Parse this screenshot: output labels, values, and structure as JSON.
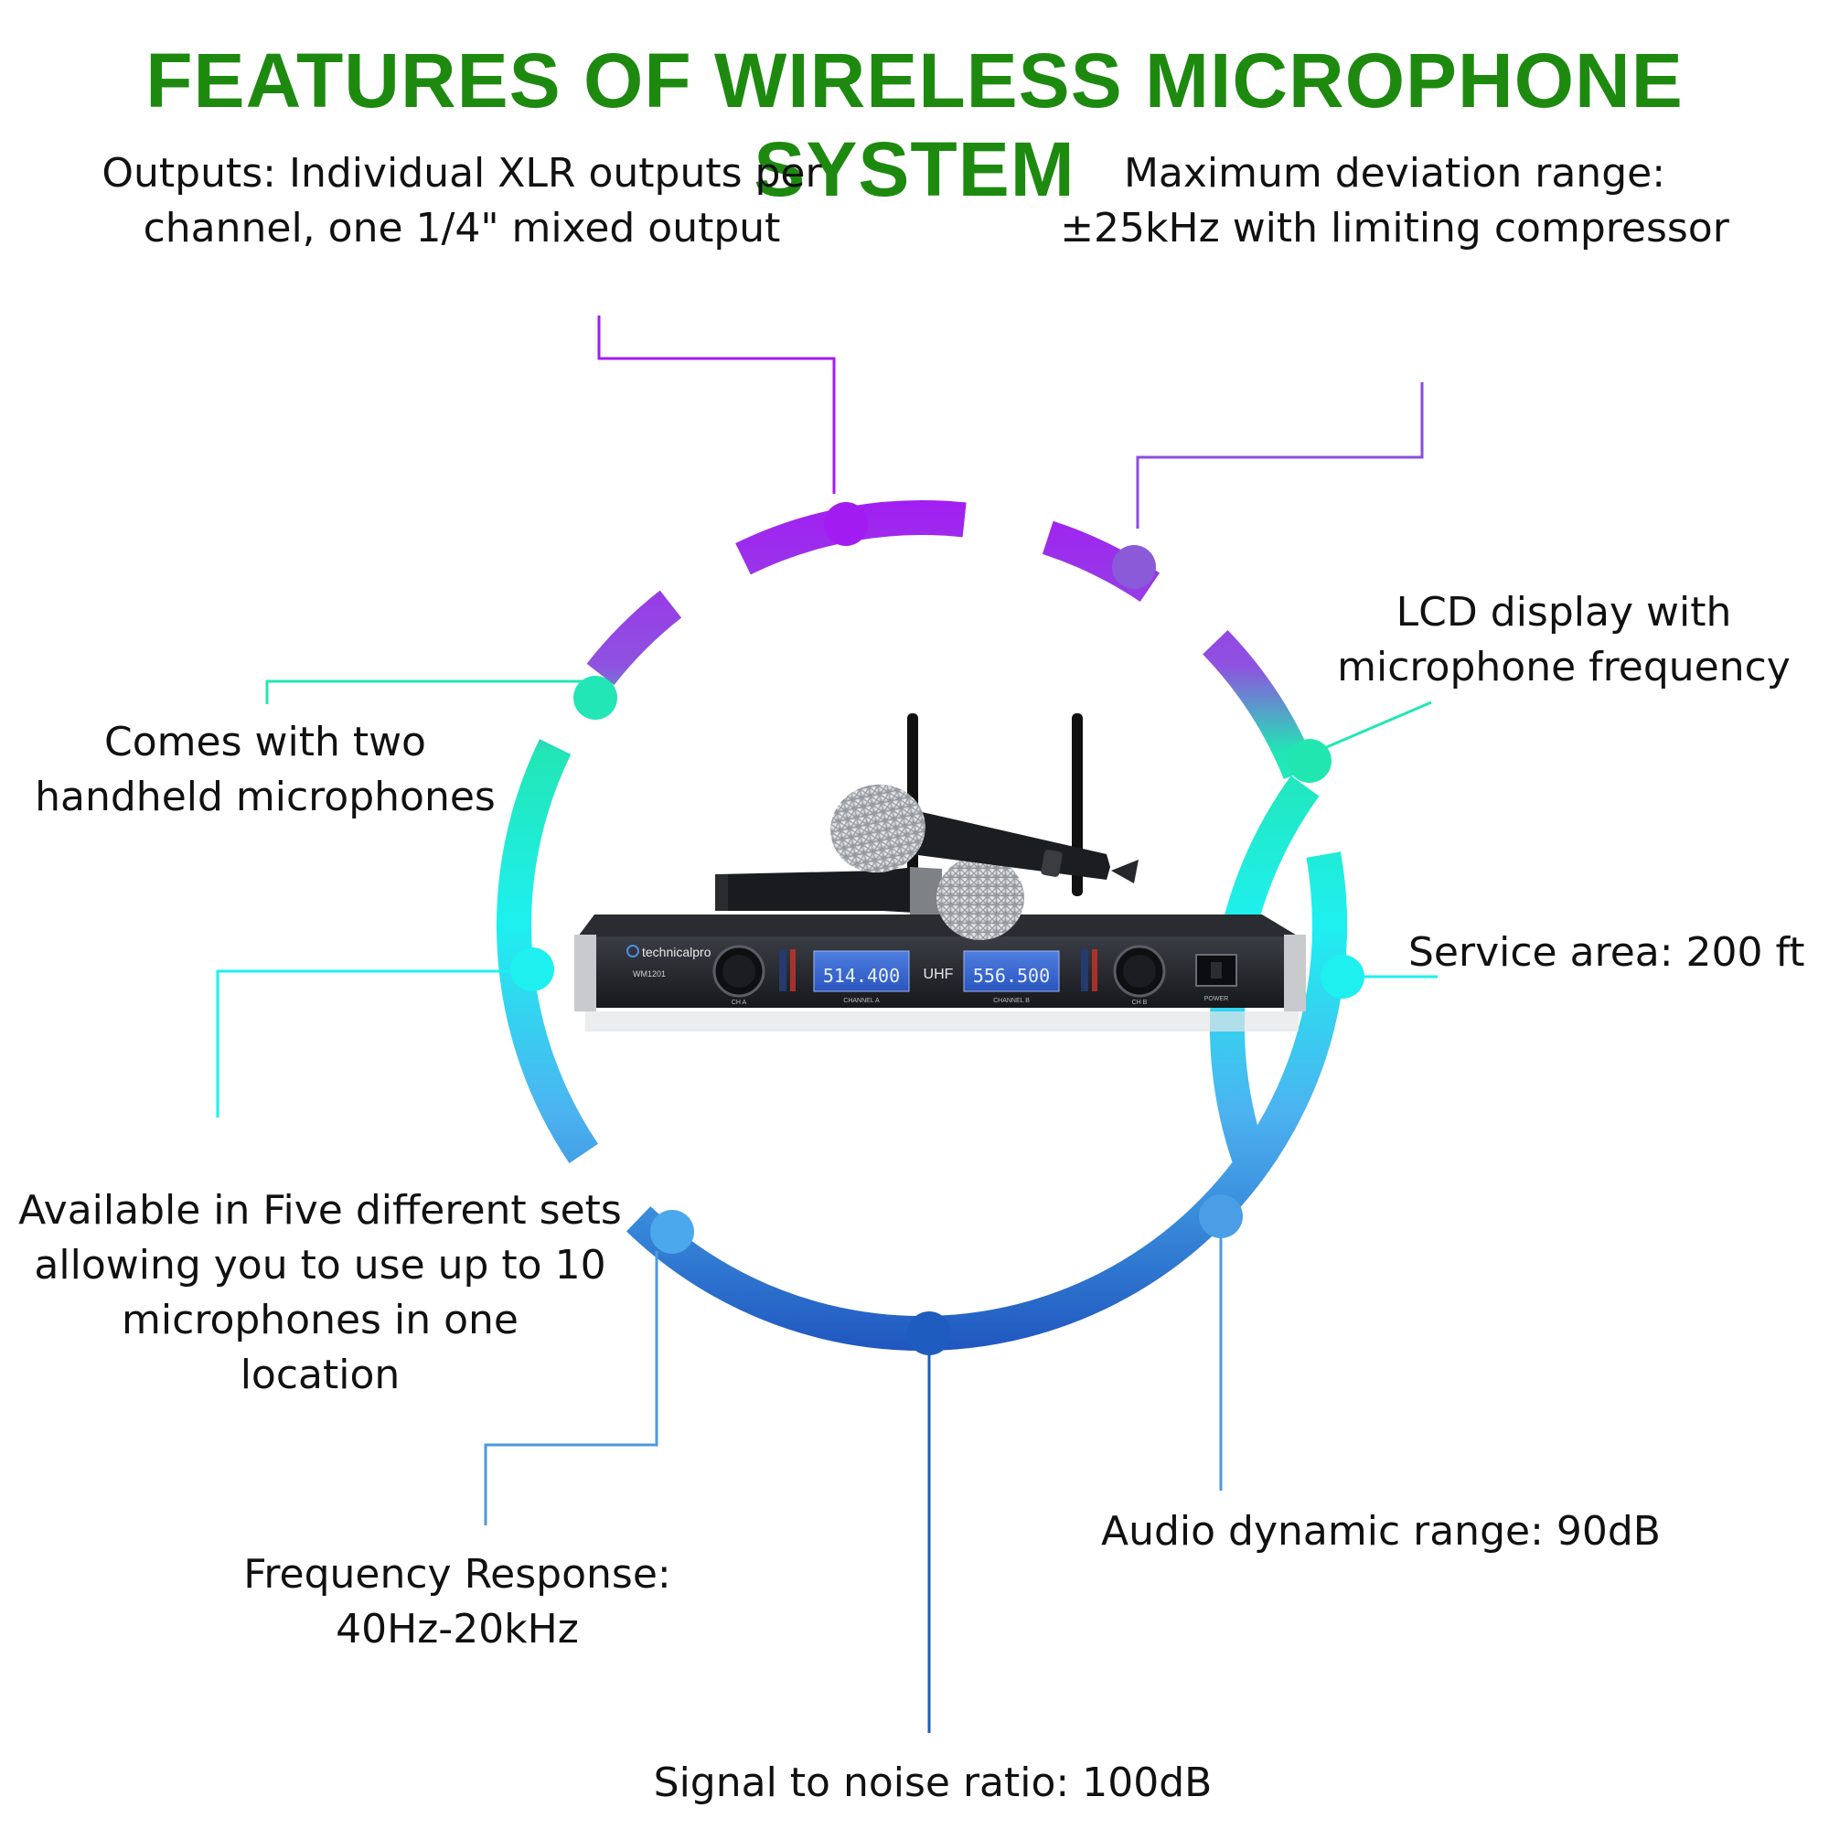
{
  "title": "FEATURES OF WIRELESS MICROPHONE SYSTEM",
  "features": {
    "outputs": [
      "Outputs: Individual XLR outputs per",
      "channel, one 1/4\" mixed output"
    ],
    "deviation": [
      "Maximum deviation range:",
      "±25kHz with limiting compressor"
    ],
    "lcd": [
      "LCD display with",
      "microphone frequency"
    ],
    "handheld": [
      "Comes with two",
      "handheld microphones"
    ],
    "service": [
      "Service area: 200 ft"
    ],
    "sets": [
      "Available in Five different sets",
      "allowing you to use up to 10",
      "microphones in one",
      "location"
    ],
    "dynamic": [
      "Audio dynamic range: 90dB"
    ],
    "frequency": [
      "Frequency Response:",
      "40Hz-20kHz"
    ],
    "snr": [
      "Signal to noise ratio: 100dB"
    ]
  },
  "device": {
    "brand": "technicalpro",
    "model": "WM1201",
    "band": "UHF",
    "display_a": "514.400",
    "display_b": "556.500",
    "channel_a": "CHANNEL A",
    "channel_b": "CHANNEL B",
    "knob_a": "CH A",
    "knob_b": "CH B",
    "power": "POWER"
  },
  "colors": {
    "title": "#1d8a0f",
    "ring_top": "#a21cf2",
    "ring_mid": "#22e6c0",
    "ring_side": "#1ef0f0",
    "ring_bottom": "#1f5cc0"
  }
}
